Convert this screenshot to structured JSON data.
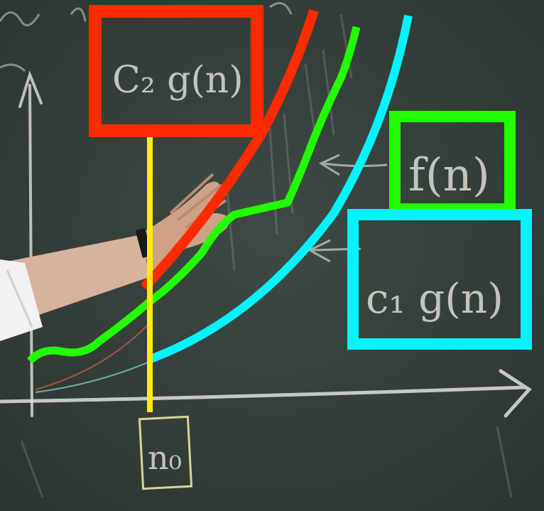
{
  "scene": {
    "description_free": true,
    "labels": {
      "upper_box": "C₂ g(n)",
      "f_label": "f(n)",
      "lower_box": "c₁ g(n)",
      "n0_label": "n₀"
    },
    "colors": {
      "board": "#3a4440",
      "red": "#ff2a00",
      "green": "#22ff00",
      "cyan": "#00f5ff",
      "yellow": "#ffee00",
      "chalk": "#d9ddd6",
      "skin": "#c9967a",
      "shirt": "#eeeeee"
    }
  }
}
